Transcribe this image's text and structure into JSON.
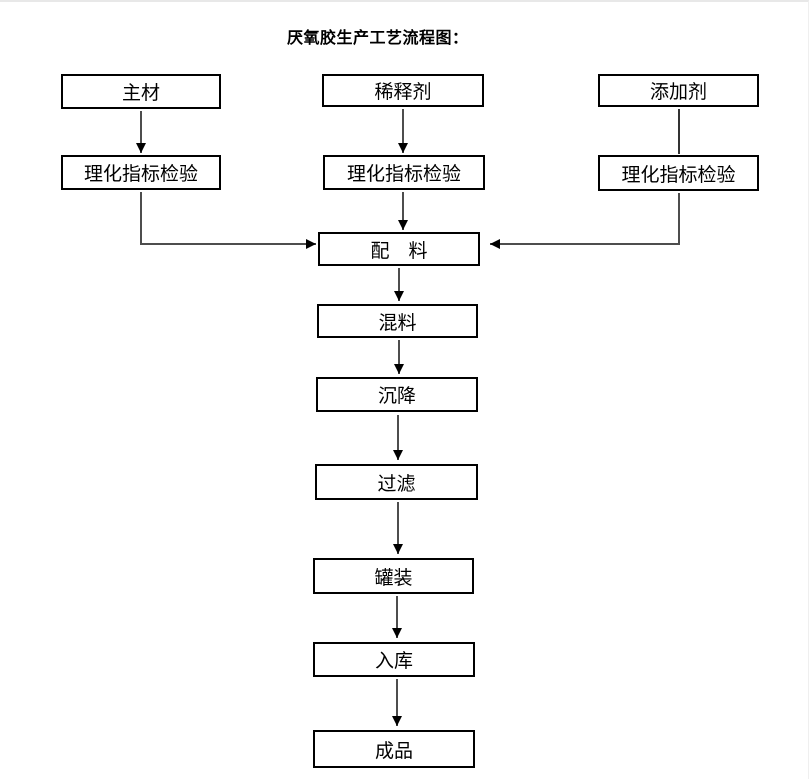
{
  "title": "厌氧胶生产工艺流程图：",
  "nodes": {
    "main_material": "主材",
    "diluent": "稀释剂",
    "additive": "添加剂",
    "inspection_left": "理化指标检验",
    "inspection_middle": "理化指标检验",
    "inspection_right": "理化指标检验",
    "batching": "配　料",
    "mixing": "混料",
    "settling": "沉降",
    "filtering": "过滤",
    "filling": "罐装",
    "warehousing": "入库",
    "finished_product": "成品"
  },
  "colors": {
    "box_border": "#000000",
    "box_fill": "#ffffff",
    "text": "#000000",
    "arrow_stem": "#4d4d4d",
    "arrow_head": "#000000",
    "page_background": "#ffffff",
    "page_edge_line": "#e8e8e8"
  }
}
